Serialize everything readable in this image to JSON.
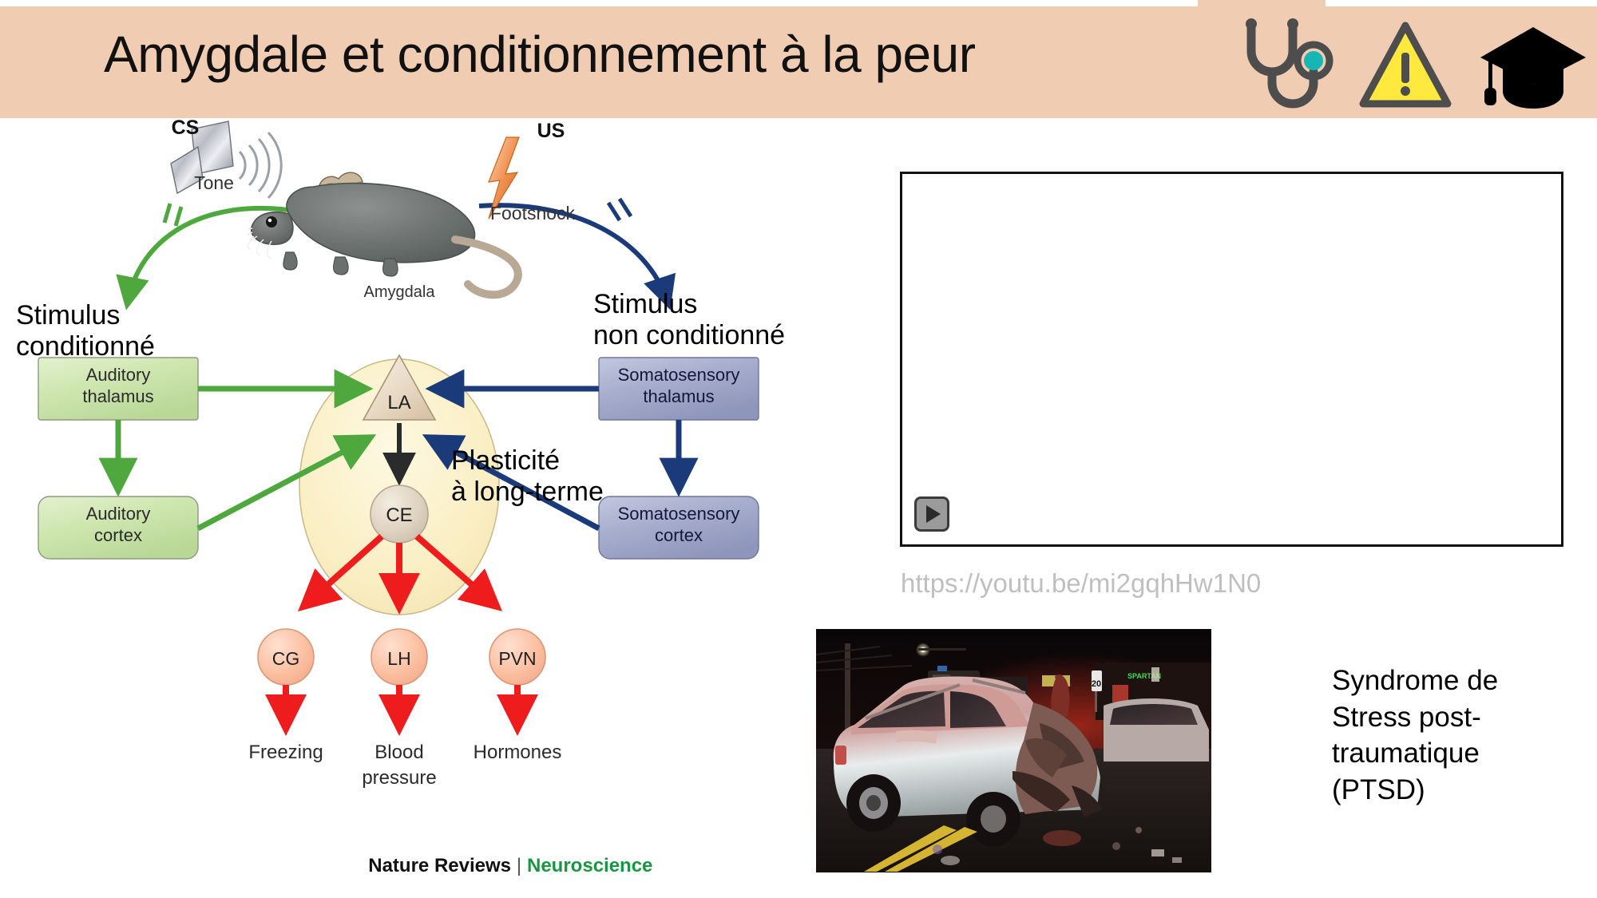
{
  "header": {
    "title": "Amygdale et conditionnement à la peur",
    "bar_color": "#f0cdb2",
    "icons": [
      {
        "name": "stethoscope-icon",
        "color": "#4d4d4d",
        "accent": "#18b5b5"
      },
      {
        "name": "warning-triangle-icon",
        "color": "#ffe93f",
        "stroke": "#4d4d4d"
      },
      {
        "name": "graduation-cap-icon",
        "color": "#000000"
      }
    ]
  },
  "diagram": {
    "source_credit_primary": "Nature Reviews",
    "source_credit_secondary": "Neuroscience",
    "source_credit_color": "#1a9641",
    "stimulus_labels": {
      "cs_abbrev": "CS",
      "us_abbrev": "US",
      "tone": "Tone",
      "footshock": "Footshock"
    },
    "annotations": {
      "conditioned_stimulus": "Stimulus\nconditionné",
      "unconditioned_stimulus": "Stimulus\nnon conditionné",
      "long_term_plasticity": "Plasticité\nà long-terme"
    },
    "amygdala_label": "Amygdala",
    "nuclei": [
      {
        "id": "LA",
        "label": "LA",
        "shape": "triangle"
      },
      {
        "id": "CE",
        "label": "CE",
        "shape": "circle"
      }
    ],
    "boxes": [
      {
        "id": "auditory-thalamus",
        "label": "Auditory\nthalamus",
        "pathway": "auditory",
        "fill": "#cfe6b0"
      },
      {
        "id": "auditory-cortex",
        "label": "Auditory\ncortex",
        "pathway": "auditory",
        "fill": "#cfe6b0"
      },
      {
        "id": "somatosensory-thalamus",
        "label": "Somatosensory\nthalamus",
        "pathway": "somatosensory",
        "fill": "#a8aecd"
      },
      {
        "id": "somatosensory-cortex",
        "label": "Somatosensory\ncortex",
        "pathway": "somatosensory",
        "fill": "#a8aecd"
      }
    ],
    "outputs": [
      {
        "id": "CG",
        "node_label": "CG",
        "effect": "Freezing"
      },
      {
        "id": "LH",
        "node_label": "LH",
        "effect": "Blood\npressure"
      },
      {
        "id": "PVN",
        "node_label": "PVN",
        "effect": "Hormones"
      }
    ],
    "colors": {
      "auditory_pathway": "#4fa83d",
      "somatosensory_pathway": "#1b3a7a",
      "output_pathway": "#ee1c1c",
      "amygdala_fill": "#faeec2",
      "nucleus_fill": "#fbbfa0"
    }
  },
  "media": {
    "video_url": "https://youtu.be/mi2gqhHw1N0",
    "play_button_label": "Lire la vidéo",
    "photo_caption_note": "Syndrome de\nStress post-\ntraumatique\n(PTSD)"
  }
}
